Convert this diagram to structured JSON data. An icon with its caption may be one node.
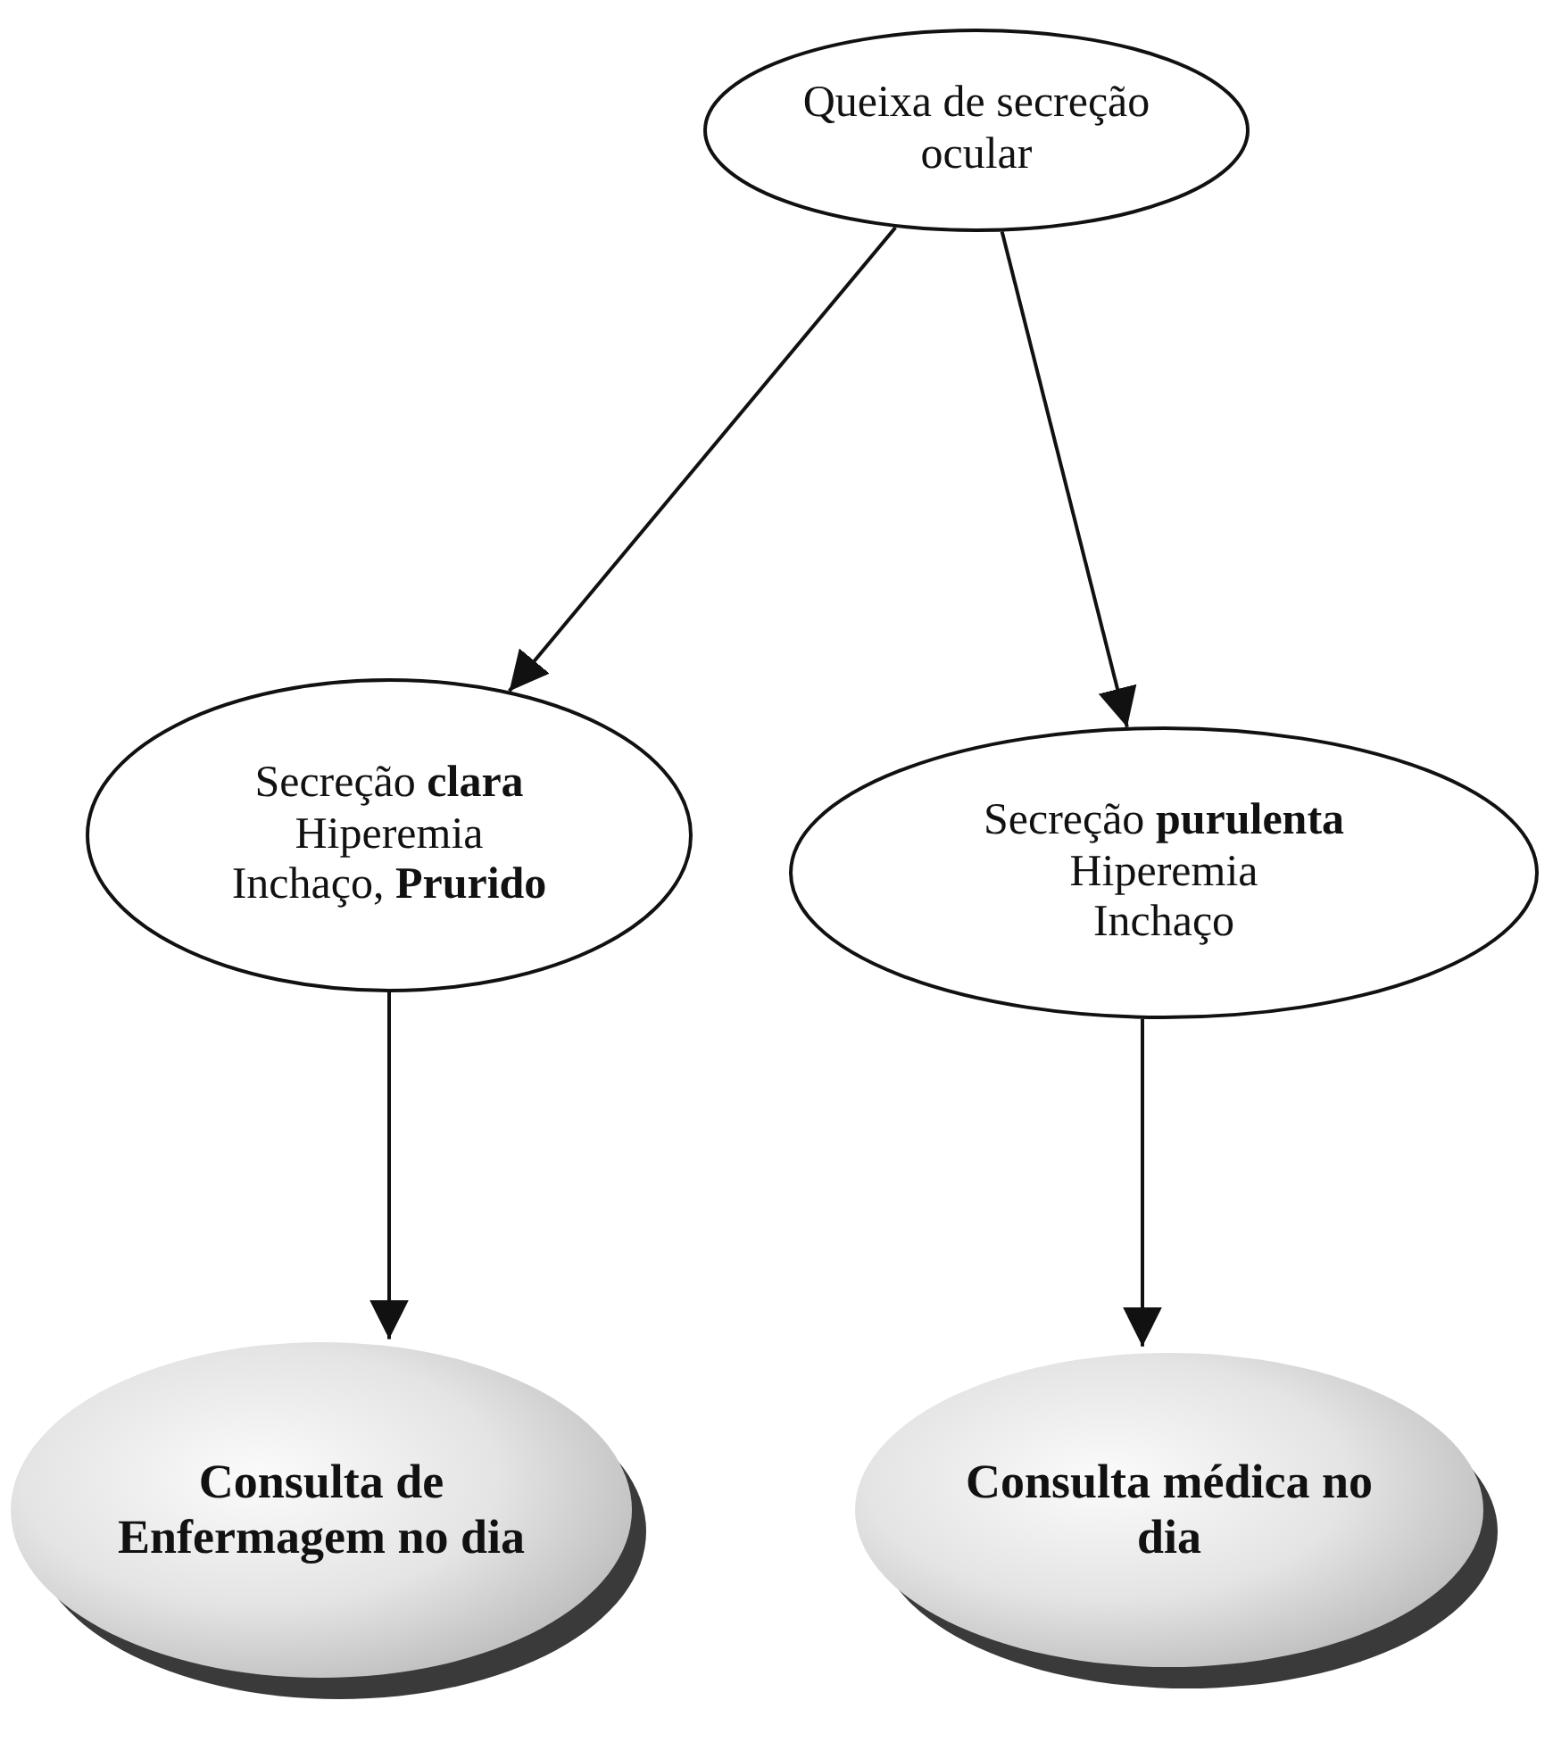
{
  "diagram": {
    "nodes": [
      {
        "text": [
          "Queixa de secreção ocular"
        ]
      },
      {
        "text": [
          "Secreção **clara**",
          "Hiperemia",
          "Inchaço, **Prurido**"
        ]
      },
      {
        "text": [
          "Secreção **purulenta**",
          "Hiperemia",
          "Inchaço"
        ]
      },
      {
        "text": [
          "Consulta  de Enfermagem no dia"
        ]
      },
      {
        "text": [
          "Consulta médica no dia"
        ]
      }
    ],
    "edges": [
      {
        "from": 0,
        "to": 1,
        "arrow": "to"
      },
      {
        "from": 0,
        "to": 2,
        "arrow": "to"
      },
      {
        "from": 1,
        "to": 3,
        "arrow": "to"
      },
      {
        "from": 2,
        "to": 4,
        "arrow": "to"
      }
    ]
  }
}
